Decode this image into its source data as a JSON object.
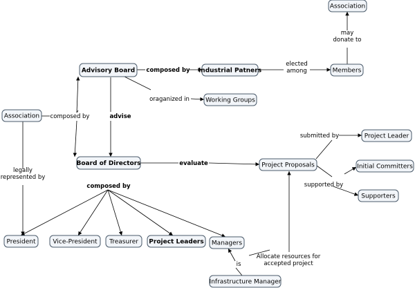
{
  "colors": {
    "node_fill": "#f2f5f9",
    "node_border": "#4a5a6a",
    "advisory_fill": "#cc99ff",
    "board_fill": "#ccffcc"
  },
  "nodes": [
    {
      "id": "association_top",
      "label": "Association",
      "bold": false
    },
    {
      "id": "advisory_board",
      "label": "Advisory Board",
      "bold": true,
      "fill": "#cc99ff"
    },
    {
      "id": "industrial_patners",
      "label": "Industrial Patners",
      "bold": true
    },
    {
      "id": "members",
      "label": "Members",
      "bold": false
    },
    {
      "id": "working_groups",
      "label": "Working Groups",
      "bold": false
    },
    {
      "id": "association_left",
      "label": "Association",
      "bold": false
    },
    {
      "id": "board_of_directors",
      "label": "Board of Directors",
      "bold": true,
      "fill": "#ccffcc"
    },
    {
      "id": "project_proposals",
      "label": "Project Proposals",
      "bold": false
    },
    {
      "id": "project_leader",
      "label": "Project Leader",
      "bold": false
    },
    {
      "id": "initial_committers",
      "label": "Initial Committers",
      "bold": false
    },
    {
      "id": "supporters",
      "label": "Supporters",
      "bold": false
    },
    {
      "id": "president",
      "label": "President",
      "bold": false
    },
    {
      "id": "vice_president",
      "label": "Vice-President",
      "bold": false
    },
    {
      "id": "treasurer",
      "label": "Treasurer",
      "bold": false
    },
    {
      "id": "project_leaders",
      "label": "Project Leaders",
      "bold": true
    },
    {
      "id": "managers",
      "label": "Managers",
      "bold": false
    },
    {
      "id": "infrastructure_manager",
      "label": "Infrastructure Manager",
      "bold": false
    }
  ],
  "links": [
    {
      "id": "l_composed_by_top",
      "lines": [
        "composed by"
      ],
      "bold": true
    },
    {
      "id": "l_elected_among",
      "lines": [
        "elected",
        "among"
      ],
      "bold": false
    },
    {
      "id": "l_may_donate_to",
      "lines": [
        "may",
        "donate to"
      ],
      "bold": false
    },
    {
      "id": "l_oraganized_in",
      "lines": [
        "oraganized in"
      ],
      "bold": false
    },
    {
      "id": "l_composed_by_left",
      "lines": [
        "composed by"
      ],
      "bold": false
    },
    {
      "id": "l_advise",
      "lines": [
        "advise"
      ],
      "bold": true
    },
    {
      "id": "l_legally",
      "lines": [
        "legally",
        "represented by"
      ],
      "bold": false
    },
    {
      "id": "l_evaluate",
      "lines": [
        "evaluate"
      ],
      "bold": true
    },
    {
      "id": "l_submitted_by",
      "lines": [
        "submitted by"
      ],
      "bold": false
    },
    {
      "id": "l_supported_by",
      "lines": [
        "supported by"
      ],
      "bold": false
    },
    {
      "id": "l_composed_by_board",
      "lines": [
        "composed by"
      ],
      "bold": true
    },
    {
      "id": "l_allocate",
      "lines": [
        "Allocate resources for",
        "accepted project"
      ],
      "bold": false
    },
    {
      "id": "l_is",
      "lines": [
        "is"
      ],
      "bold": false
    }
  ]
}
